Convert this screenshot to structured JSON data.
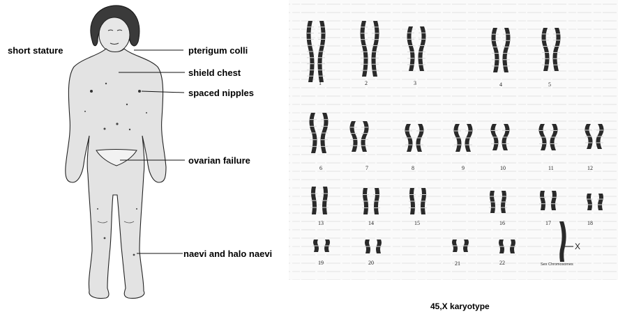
{
  "figure": {
    "labels": [
      {
        "id": "short-stature",
        "text": "short stature"
      },
      {
        "id": "pterigum-colli",
        "text": "pterigum colli"
      },
      {
        "id": "shield-chest",
        "text": "shield chest"
      },
      {
        "id": "spaced-nipples",
        "text": "spaced nipples"
      },
      {
        "id": "ovarian-failure",
        "text": "ovarian failure"
      },
      {
        "id": "naevi",
        "text": "naevi and halo naevi"
      }
    ],
    "karyotype": {
      "numbers": [
        "1",
        "2",
        "3",
        "4",
        "5",
        "6",
        "7",
        "8",
        "9",
        "10",
        "11",
        "12",
        "13",
        "14",
        "15",
        "16",
        "17",
        "18",
        "19",
        "20",
        "21",
        "22"
      ],
      "sex_label": "Sex Chromosomes",
      "x_label": "X",
      "caption": "45,X karyotype"
    }
  }
}
